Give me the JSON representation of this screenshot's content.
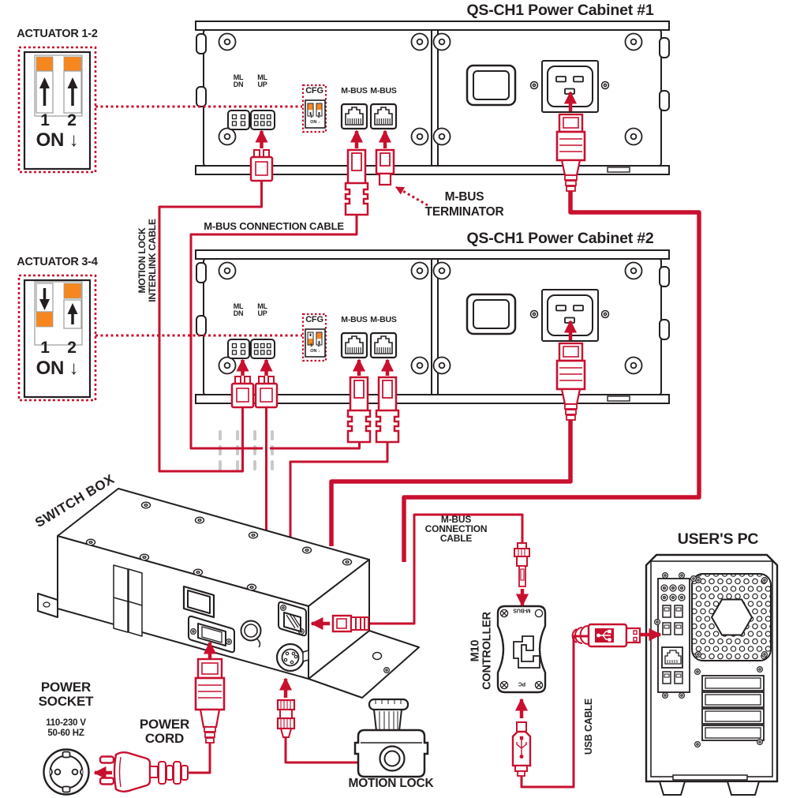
{
  "colors": {
    "red": "#c8102e",
    "orange": "#f6871f",
    "ink": "#231f20",
    "dash_gray": "#c9c9c9"
  },
  "labels": {
    "cab1_title": "QS-CH1 Power Cabinet #1",
    "cab2_title": "QS-CH1 Power Cabinet #2",
    "actuator12": "ACTUATOR 1-2",
    "actuator34": "ACTUATOR 3-4",
    "sw1": "1",
    "sw2": "2",
    "on_down": "ON ↓",
    "ml": "ML",
    "dn": "DN",
    "up": "UP",
    "cfg": "CFG",
    "cfg_scale": "1 2",
    "cfg_on": "ON ↓",
    "mbus": "M-BUS",
    "terminator_l1": "M-BUS",
    "terminator_l2": "TERMINATOR",
    "mbus_cable": "M-BUS CONNECTION CABLE",
    "interlink_l1": "MOTION LOCK",
    "interlink_l2": "INTERLINK CABLE",
    "switch_box": "SWITCH BOX",
    "power": "POWER",
    "socket": "SOCKET",
    "cord": "CORD",
    "volts": "110-230 V",
    "hertz": "50-60 HZ",
    "motion_lock": "MOTION LOCK",
    "conn2_l1": "M-BUS",
    "conn2_l2": "CONNECTION",
    "conn2_l3": "CABLE",
    "m10": "M10",
    "controller": "CONTROLLER",
    "m10_mbus": "M-BUS",
    "m10_pc": "PC",
    "usb_cable": "USB CABLE",
    "users_pc": "USER'S PC"
  }
}
